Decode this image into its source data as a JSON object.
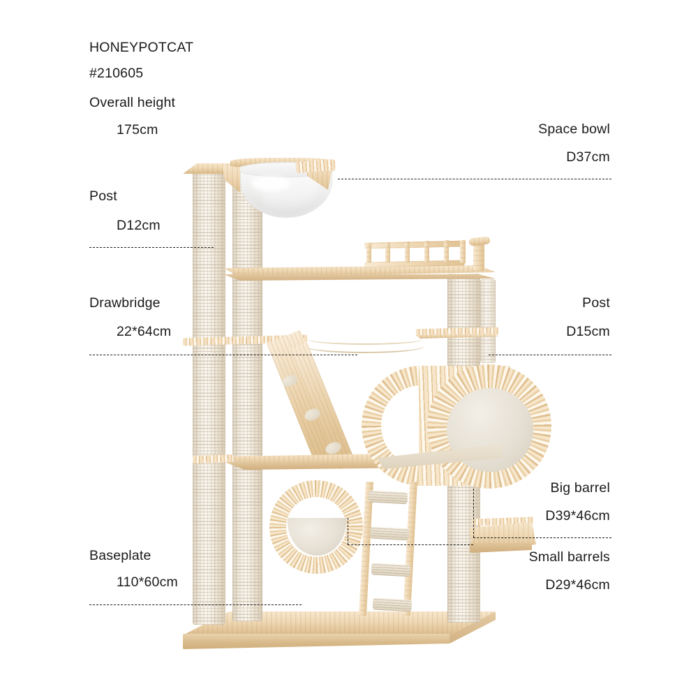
{
  "header": {
    "brand": "HONEYPOTCAT",
    "model": "#210605",
    "height_label": "Overall height",
    "height_value": "175cm"
  },
  "annotations": {
    "left": [
      {
        "name": "post-small",
        "label": "Post",
        "value": "D12cm"
      },
      {
        "name": "drawbridge",
        "label": "Drawbridge",
        "value": "22*64cm"
      },
      {
        "name": "baseplate",
        "label": "Baseplate",
        "value": "110*60cm"
      }
    ],
    "right": [
      {
        "name": "space-bowl",
        "label": "Space bowl",
        "value": "D37cm"
      },
      {
        "name": "post-large",
        "label": "Post",
        "value": "D15cm"
      },
      {
        "name": "big-barrel",
        "label": "Big barrel",
        "value": "D39*46cm"
      },
      {
        "name": "small-barrels",
        "label": "Small barrels",
        "value": "D29*46cm"
      }
    ]
  },
  "colors": {
    "background": "#ffffff",
    "text": "#1a1a1a",
    "wood": "#e8cfa8",
    "sisal": "#ece4d8",
    "cushion": "#e6e0d4",
    "leader_line": "#1d1d1d"
  },
  "product": {
    "type": "cat-tree",
    "parts": [
      "space-bowl",
      "top-platform",
      "railing-platform",
      "drawbridge",
      "ramp",
      "big-barrel",
      "small-barrel",
      "ladder",
      "posts",
      "baseplate",
      "side-shelf"
    ]
  }
}
